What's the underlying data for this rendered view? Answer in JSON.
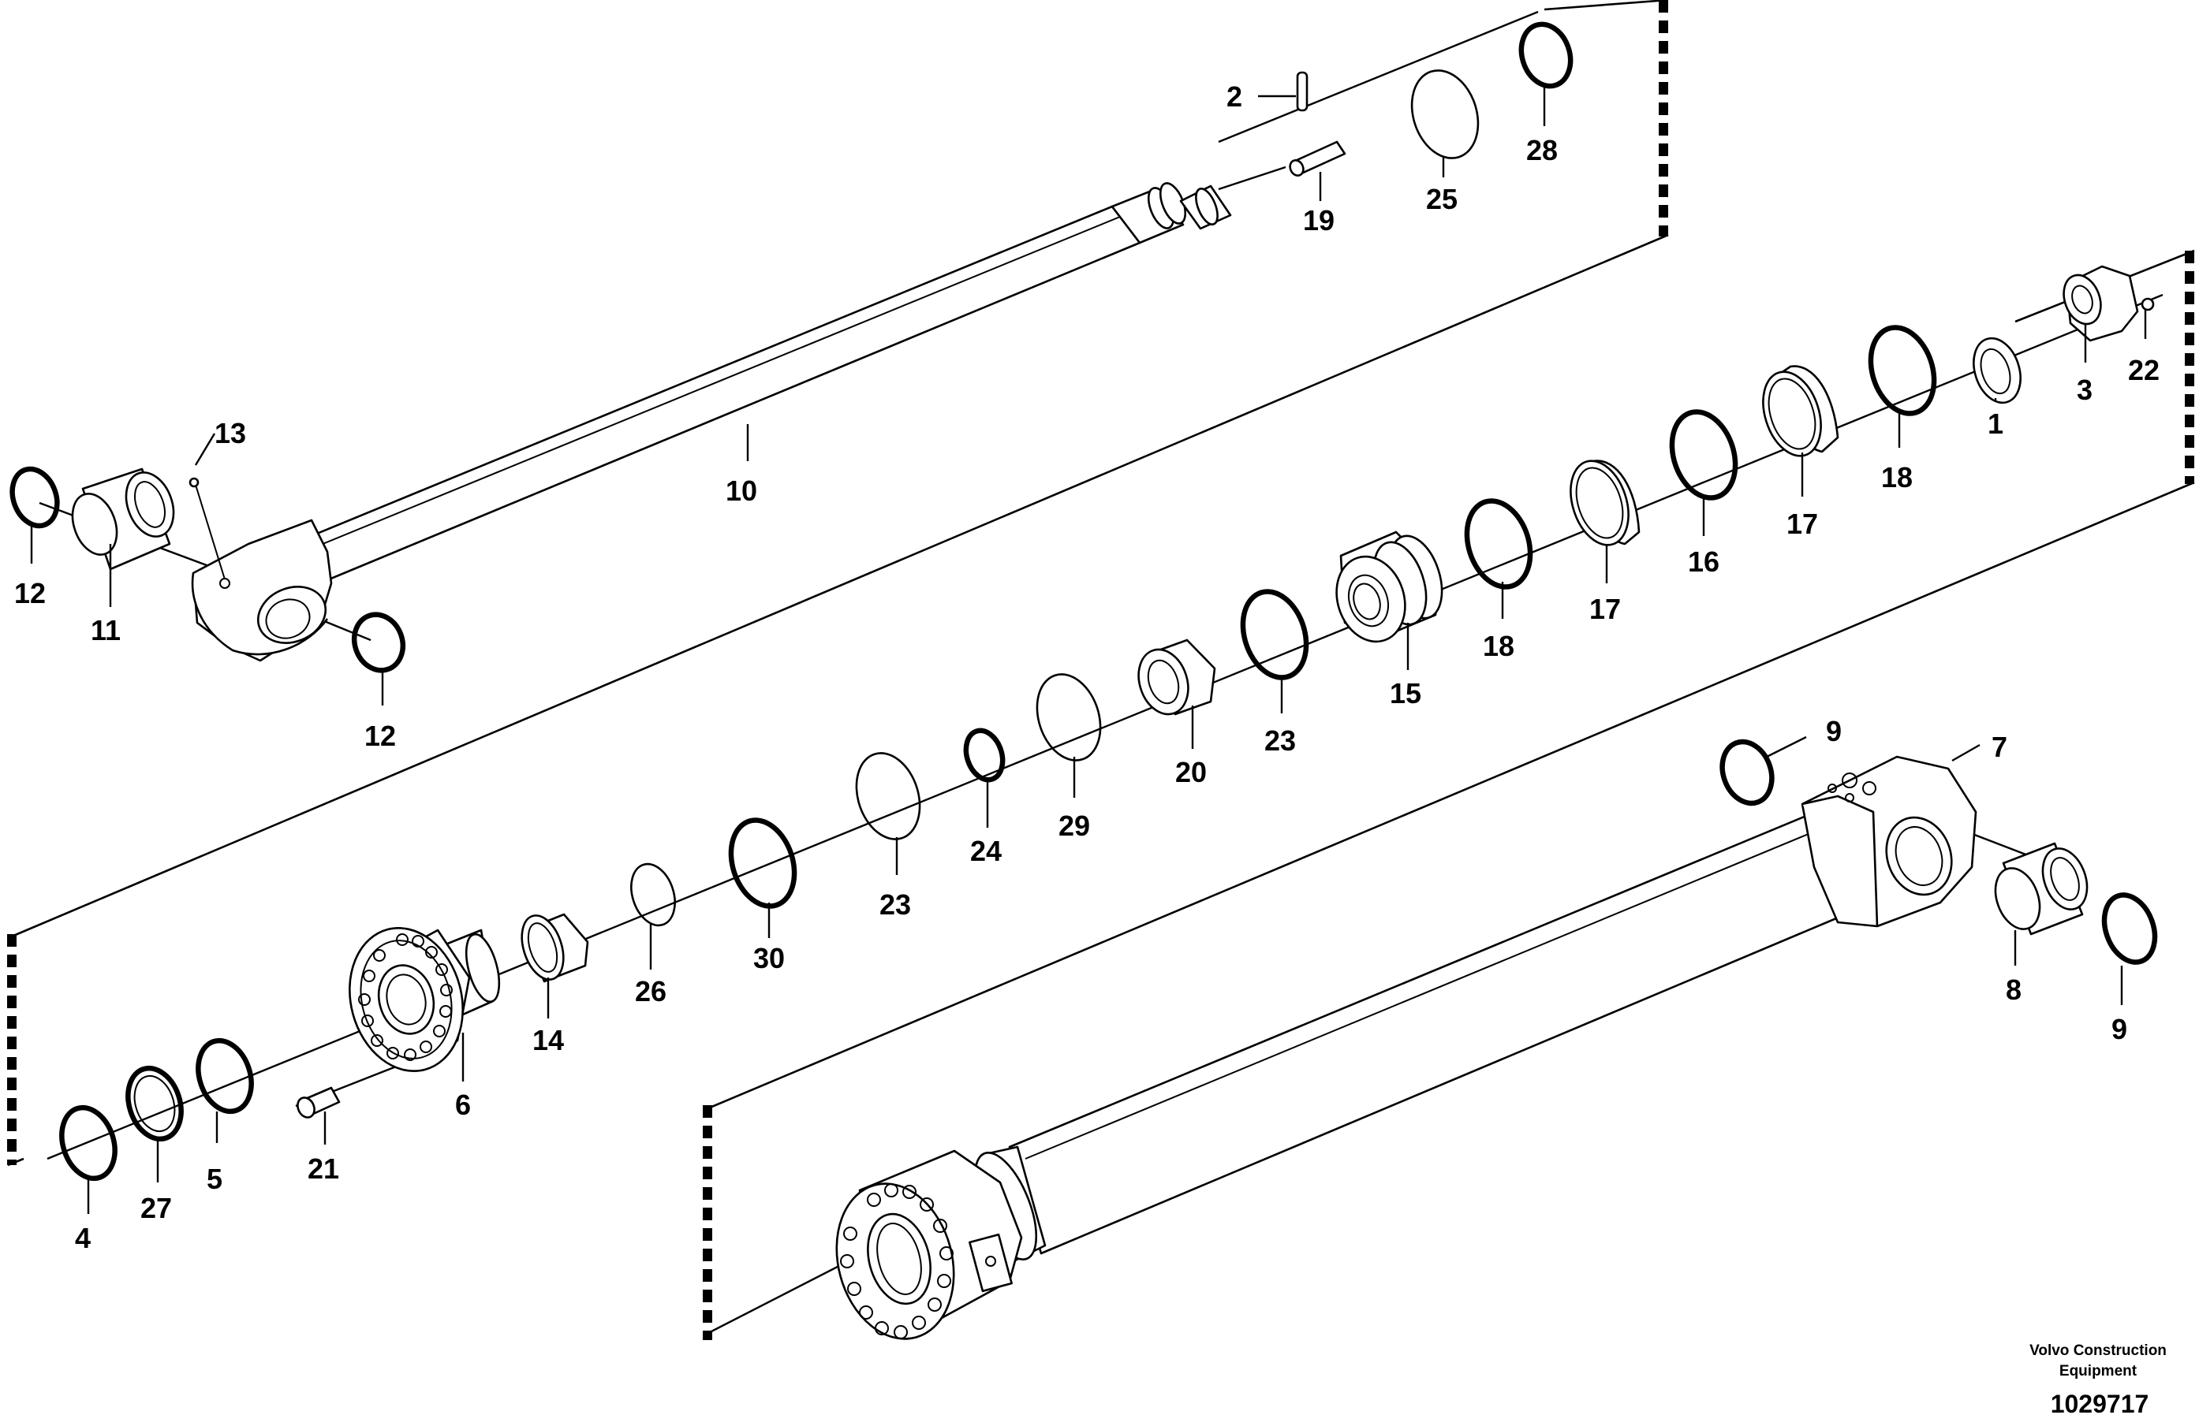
{
  "brand": {
    "line1": "Volvo Construction",
    "line2": "Equipment",
    "drawing_number": "1029717"
  },
  "callouts": {
    "c1": "1",
    "c2": "2",
    "c3": "3",
    "c4": "4",
    "c5": "5",
    "c6": "6",
    "c7": "7",
    "c8": "8",
    "c9a": "9",
    "c9b": "9",
    "c10": "10",
    "c11": "11",
    "c12a": "12",
    "c12b": "12",
    "c13": "13",
    "c14": "14",
    "c15": "15",
    "c16": "16",
    "c17a": "17",
    "c17b": "17",
    "c18a": "18",
    "c18b": "18",
    "c19": "19",
    "c20": "20",
    "c21": "21",
    "c22": "22",
    "c23a": "23",
    "c23b": "23",
    "c24": "24",
    "c25": "25",
    "c26": "26",
    "c27": "27",
    "c28": "28",
    "c29": "29",
    "c30": "30"
  }
}
